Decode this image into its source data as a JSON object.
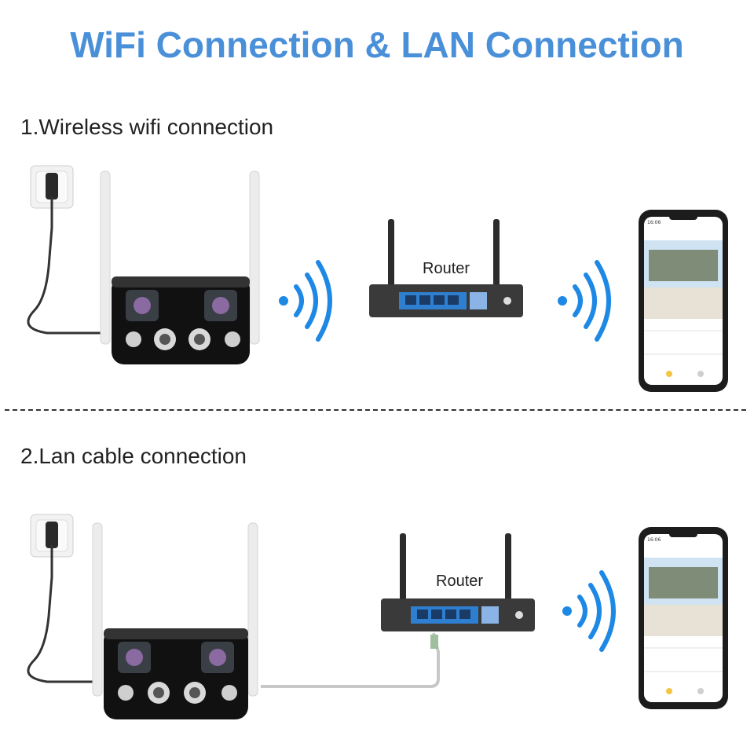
{
  "title": "WiFi Connection & LAN Connection",
  "sections": [
    {
      "heading": "1.Wireless wifi connection",
      "router_label": "Router"
    },
    {
      "heading": "2.Lan cable connection",
      "router_label": "Router"
    }
  ],
  "phone": {
    "time": "16:06"
  },
  "icons": {
    "outlet": "wall-socket-icon",
    "camera": "dual-lens-camera-icon",
    "router": "router-icon",
    "wifi": "wifi-signal-icon",
    "phone": "smartphone-icon"
  },
  "colors": {
    "title": "#4a90d9",
    "wifi": "#1e88e5",
    "router_ports": "#2f7fd0"
  }
}
